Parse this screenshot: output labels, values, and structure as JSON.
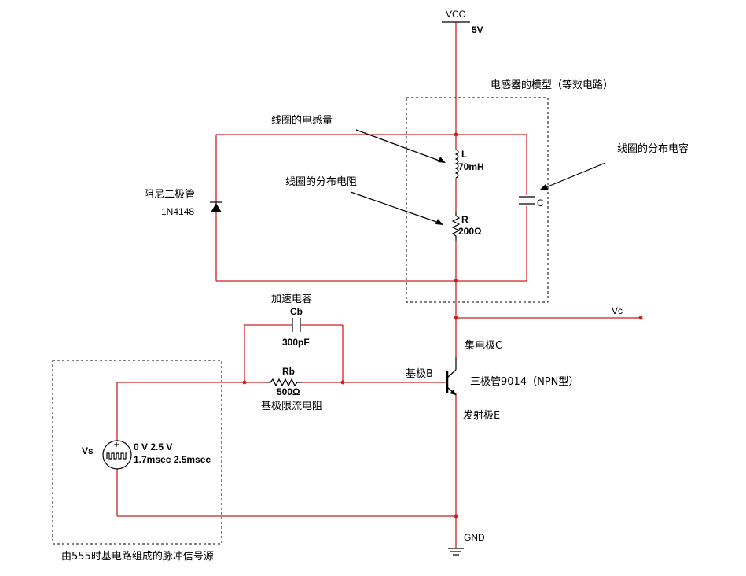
{
  "supply": {
    "name": "VCC",
    "voltage": "5V"
  },
  "ground": "GND",
  "inductor_model_title": "电感器的模型（等效电路）",
  "inductor": {
    "name": "L",
    "value": "70mH",
    "annotation": "线圈的电感量"
  },
  "resistor": {
    "name": "R",
    "value": "200Ω",
    "annotation": "线圈的分布电阻"
  },
  "capacitor": {
    "name": "C",
    "annotation": "线圈的分布电容"
  },
  "diode": {
    "description": "阻尼二极管",
    "part": "1N4148"
  },
  "speedup_cap": {
    "title": "加速电容",
    "name": "Cb",
    "value": "300pF"
  },
  "base_resistor": {
    "name": "Rb",
    "value": "500Ω",
    "description": "基极限流电阻"
  },
  "source": {
    "name": "Vs",
    "levels": "0 V 2.5 V",
    "timing": "1.7msec 2.5msec",
    "description": "由555时基电路组成的脉冲信号源"
  },
  "transistor": {
    "description": "三极管9014（NPN型）",
    "collector": "集电极C",
    "base": "基极B",
    "emitter": "发射极E"
  },
  "probe": "Vc"
}
